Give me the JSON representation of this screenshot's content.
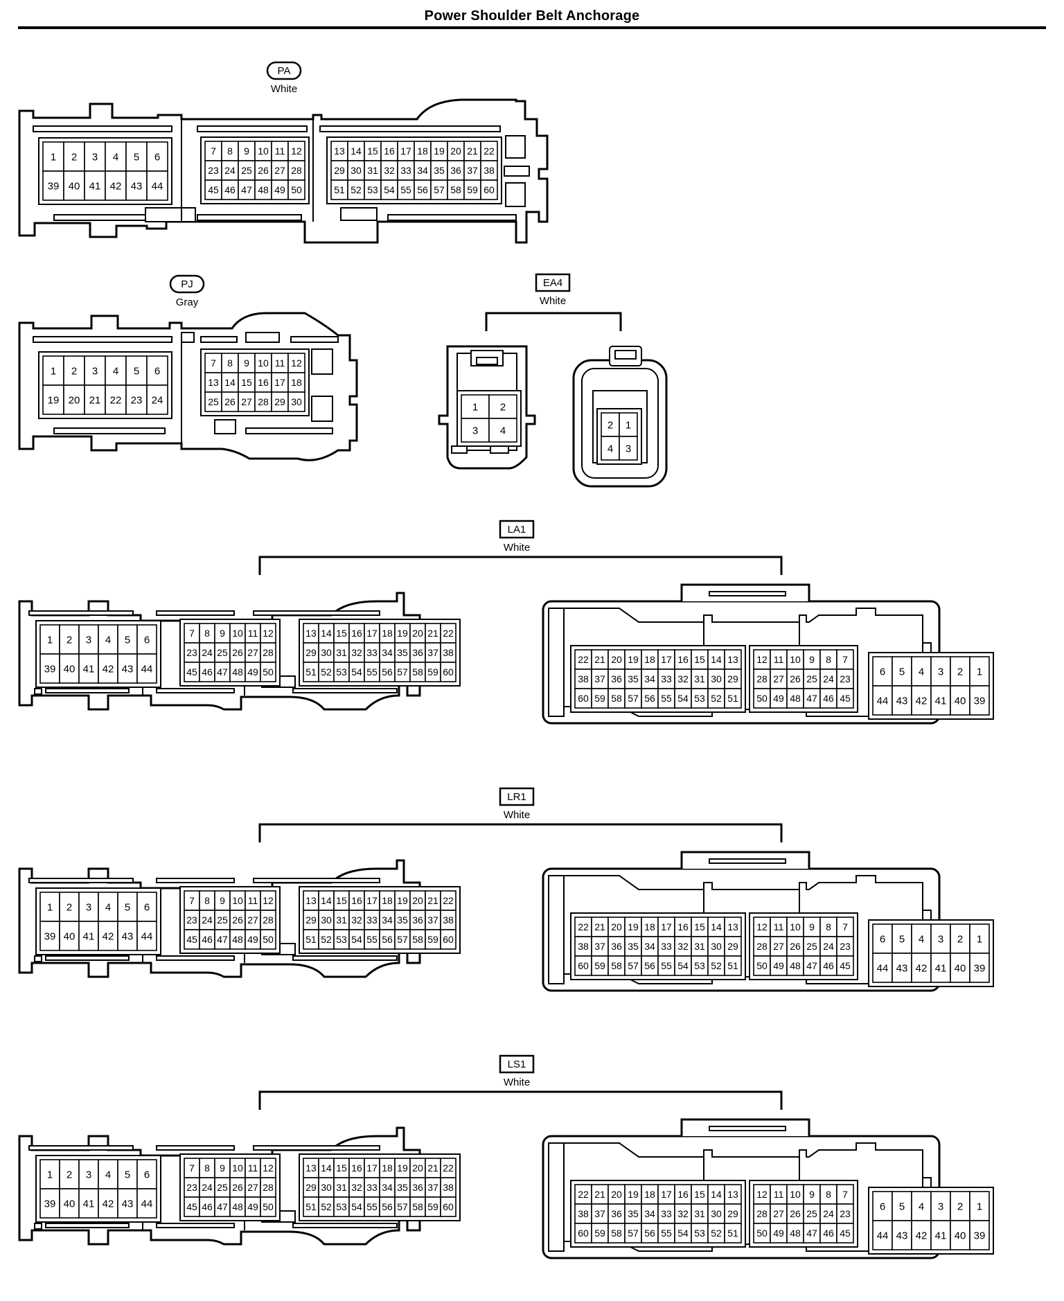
{
  "title": "Power Shoulder Belt Anchorage",
  "connectors": {
    "pa": {
      "code": "PA",
      "color": "White"
    },
    "pj": {
      "code": "PJ",
      "color": "Gray"
    },
    "ea4": {
      "code": "EA4",
      "color": "White"
    },
    "la1": {
      "code": "LA1",
      "color": "White"
    },
    "lr1": {
      "code": "LR1",
      "color": "White"
    },
    "ls1": {
      "code": "LS1",
      "color": "White"
    }
  },
  "pins": {
    "a44": [
      [
        "1",
        "2",
        "3",
        "4",
        "5",
        "6"
      ],
      [
        "39",
        "40",
        "41",
        "42",
        "43",
        "44"
      ]
    ],
    "pj24": [
      [
        "1",
        "2",
        "3",
        "4",
        "5",
        "6"
      ],
      [
        "19",
        "20",
        "21",
        "22",
        "23",
        "24"
      ]
    ],
    "mid": [
      [
        "7",
        "8",
        "9",
        "10",
        "11",
        "12"
      ],
      [
        "23",
        "24",
        "25",
        "26",
        "27",
        "28"
      ],
      [
        "45",
        "46",
        "47",
        "48",
        "49",
        "50"
      ]
    ],
    "mid18": [
      [
        "7",
        "8",
        "9",
        "10",
        "11",
        "12"
      ],
      [
        "13",
        "14",
        "15",
        "16",
        "17",
        "18"
      ],
      [
        "25",
        "26",
        "27",
        "28",
        "29",
        "30"
      ]
    ],
    "rgt": [
      [
        "13",
        "14",
        "15",
        "16",
        "17",
        "18",
        "19",
        "20",
        "21",
        "22"
      ],
      [
        "29",
        "30",
        "31",
        "32",
        "33",
        "34",
        "35",
        "36",
        "37",
        "38"
      ],
      [
        "51",
        "52",
        "53",
        "54",
        "55",
        "56",
        "57",
        "58",
        "59",
        "60"
      ]
    ],
    "f_rgt": [
      [
        "22",
        "21",
        "20",
        "19",
        "18",
        "17",
        "16",
        "15",
        "14",
        "13"
      ],
      [
        "38",
        "37",
        "36",
        "35",
        "34",
        "33",
        "32",
        "31",
        "30",
        "29"
      ],
      [
        "60",
        "59",
        "58",
        "57",
        "56",
        "55",
        "54",
        "53",
        "52",
        "51"
      ]
    ],
    "f_mid": [
      [
        "12",
        "11",
        "10",
        "9",
        "8",
        "7"
      ],
      [
        "28",
        "27",
        "26",
        "25",
        "24",
        "23"
      ],
      [
        "50",
        "49",
        "48",
        "47",
        "46",
        "45"
      ]
    ],
    "f_lft": [
      [
        "6",
        "5",
        "4",
        "3",
        "2",
        "1"
      ],
      [
        "44",
        "43",
        "42",
        "41",
        "40",
        "39"
      ]
    ],
    "ea4_male": [
      [
        "1",
        "2"
      ],
      [
        "3",
        "4"
      ]
    ],
    "ea4_female": [
      [
        "2",
        "1"
      ],
      [
        "4",
        "3"
      ]
    ]
  }
}
